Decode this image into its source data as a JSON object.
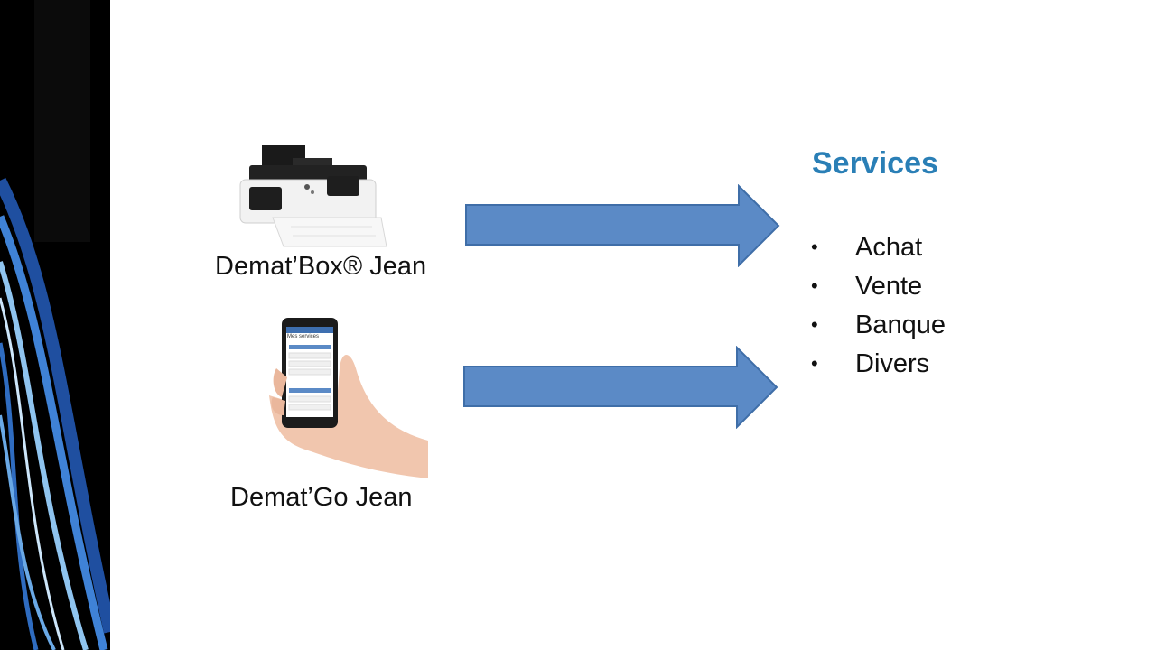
{
  "devices": [
    {
      "label": "Demat’Box® Jean",
      "icon": "scanner-icon"
    },
    {
      "label": "Demat’Go Jean",
      "icon": "smartphone-in-hand-icon"
    }
  ],
  "phone_screen": {
    "header": "Mes services"
  },
  "services": {
    "title": "Services",
    "bullet": "•",
    "items": [
      "Achat",
      "Vente",
      "Banque",
      "Divers"
    ]
  },
  "colors": {
    "arrow_fill": "#5b8ac6",
    "arrow_stroke": "#3f6ea8",
    "title": "#2a7fb6",
    "sidebar": "#000000"
  }
}
